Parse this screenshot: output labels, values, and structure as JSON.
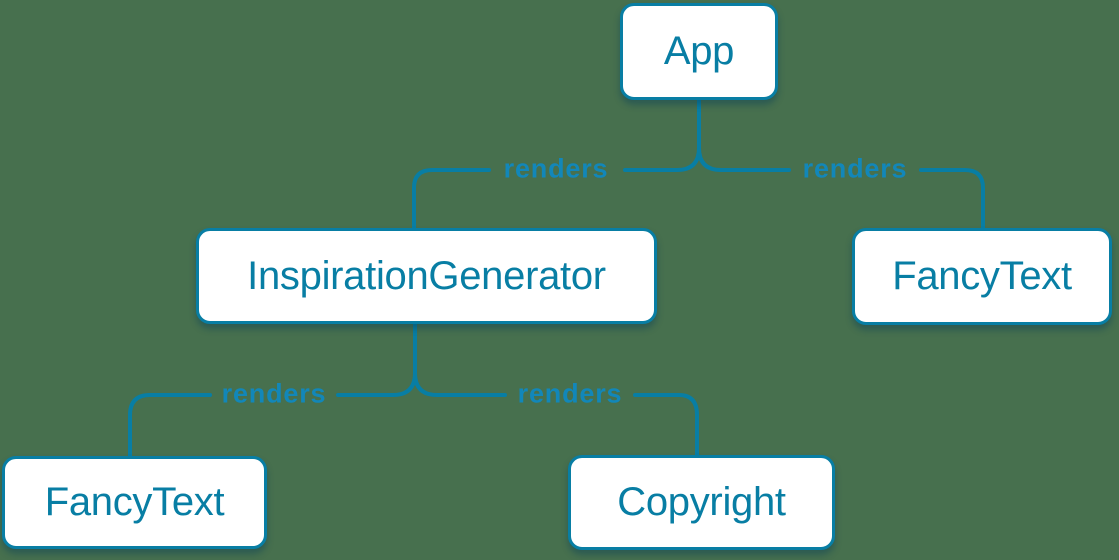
{
  "diagram_type": "component-render-tree",
  "nodes": {
    "app": {
      "label": "App"
    },
    "inspiration_generator": {
      "label": "InspirationGenerator"
    },
    "fancy_text_top": {
      "label": "FancyText"
    },
    "fancy_text_bottom": {
      "label": "FancyText"
    },
    "copyright": {
      "label": "Copyright"
    }
  },
  "edges": [
    {
      "from": "App",
      "to": "InspirationGenerator",
      "label": "renders"
    },
    {
      "from": "App",
      "to": "FancyText",
      "label": "renders"
    },
    {
      "from": "InspirationGenerator",
      "to": "FancyText",
      "label": "renders"
    },
    {
      "from": "InspirationGenerator",
      "to": "Copyright",
      "label": "renders"
    }
  ],
  "colors": {
    "background": "#47704e",
    "node_fill": "#ffffff",
    "node_border": "#087ea4",
    "node_text": "#087ea4",
    "edge": "#087ea4",
    "edge_label": "#1287b9"
  }
}
